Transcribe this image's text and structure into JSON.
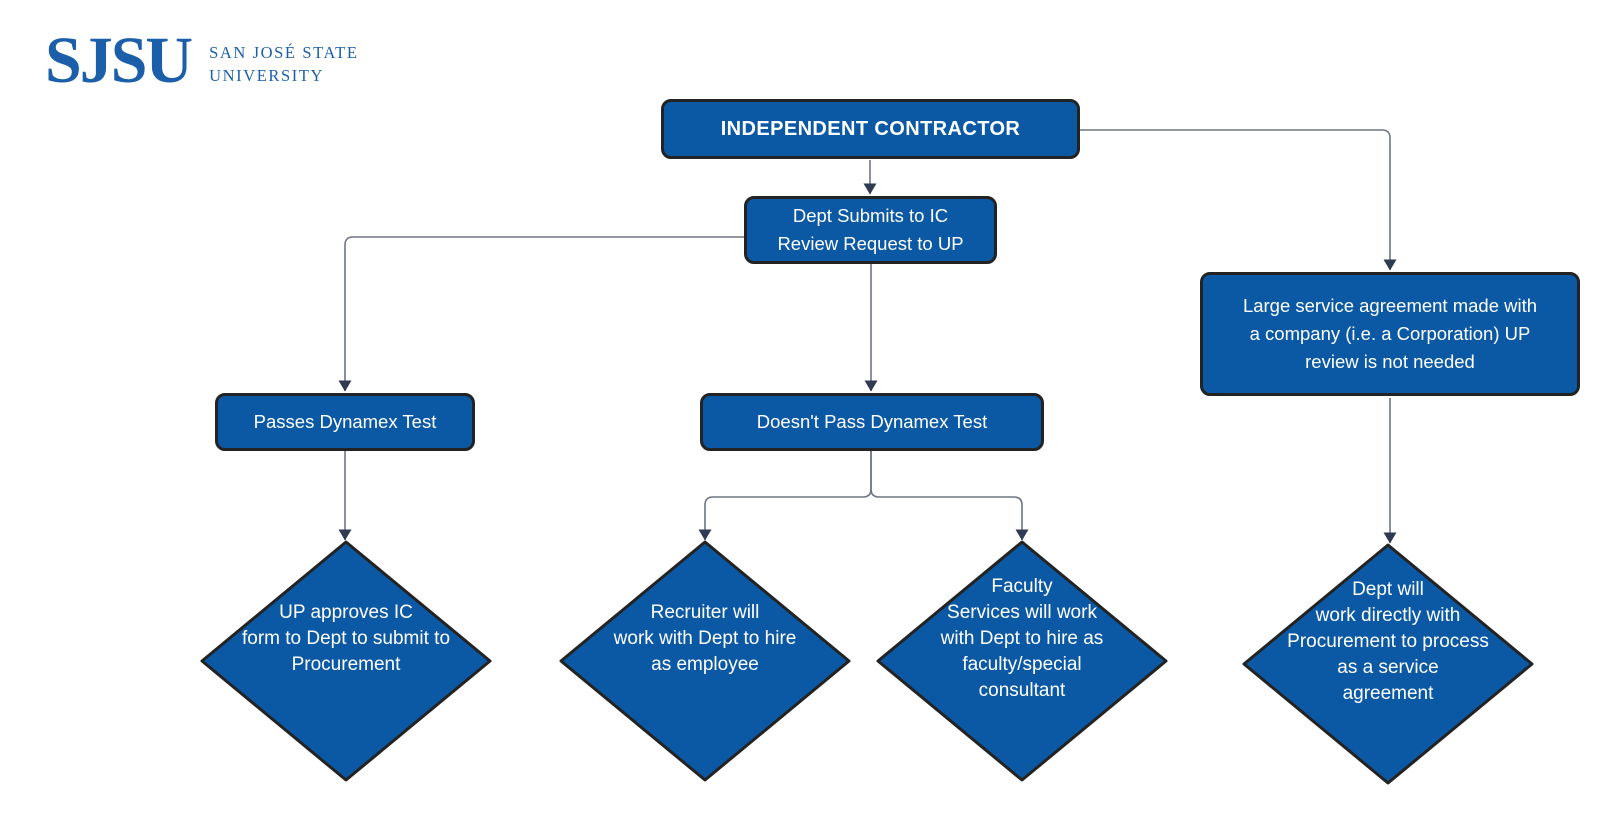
{
  "logo": {
    "acronym": "SJSU",
    "institution": [
      "SAN JOSÉ STATE",
      "UNIVERSITY"
    ]
  },
  "nodes": {
    "independent_contractor": {
      "label": "INDEPENDENT CONTRACTOR"
    },
    "dept_submits": {
      "label": [
        "Dept Submits to IC",
        "Review Request to UP"
      ]
    },
    "passes_test": {
      "label": "Passes Dynamex Test"
    },
    "doesnt_pass_test": {
      "label": "Doesn't Pass Dynamex Test"
    },
    "large_agreement": {
      "label": [
        "Large service agreement made with",
        "a company (i.e. a Corporation) UP",
        "review is not needed"
      ]
    },
    "up_approves": {
      "label": [
        "UP approves IC",
        "form to Dept to submit to",
        "Procurement"
      ]
    },
    "recruiter": {
      "label": [
        "Recruiter will",
        "work with Dept to hire",
        "as employee"
      ]
    },
    "faculty_services": {
      "label": [
        "Faculty",
        "Services will work",
        "with Dept to hire as",
        "faculty/special",
        "consultant"
      ]
    },
    "dept_procurement": {
      "label": [
        "Dept will",
        "work directly with",
        "Procurement to process",
        "as a service",
        "agreement"
      ]
    }
  },
  "colors": {
    "node_fill": "#0B59A4",
    "node_border": "#232323",
    "node_text": "#FFFFFF",
    "connector": "#6E7580",
    "arrowhead": "#2F3B52",
    "logo_blue": "#1B5FAA",
    "background": "#FFFFFF"
  }
}
